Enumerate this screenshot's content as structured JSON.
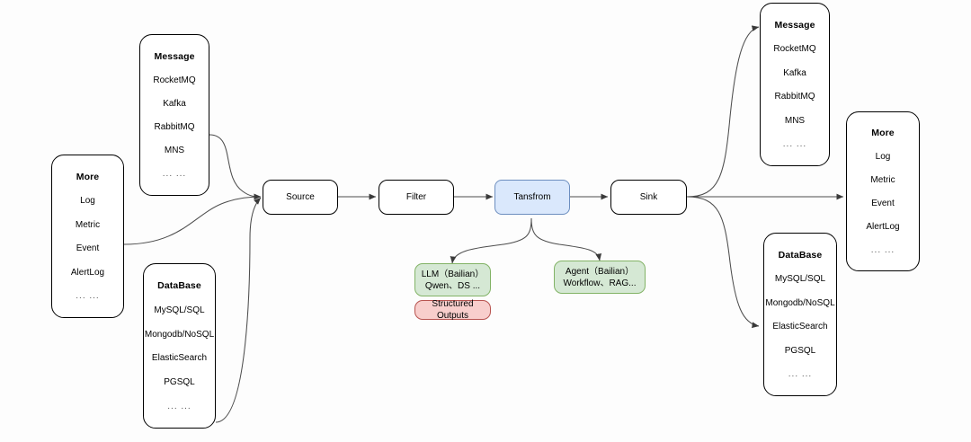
{
  "diagram": {
    "background": "#fdfdfd",
    "line_color": "#4d4d4d",
    "colors": {
      "transform_fill": "#dae8fc",
      "transform_stroke": "#6c8ebf",
      "llm_fill": "#d5e8d4",
      "llm_stroke": "#82b366",
      "structured_fill": "#f8cecc",
      "structured_stroke": "#b85450",
      "default_fill": "#ffffff",
      "default_stroke": "#000000"
    },
    "sources": {
      "message": {
        "title": "Message",
        "items": [
          "RocketMQ",
          "Kafka",
          "RabbitMQ",
          "MNS",
          "... ..."
        ]
      },
      "more": {
        "title": "More",
        "items": [
          "Log",
          "Metric",
          "Event",
          "AlertLog",
          "... ..."
        ]
      },
      "database": {
        "title": "DataBase",
        "items": [
          "MySQL/SQL",
          "Mongodb/NoSQL",
          "ElasticSearch",
          "PGSQL",
          "... ..."
        ]
      }
    },
    "pipeline": [
      {
        "id": "source",
        "label": "Source"
      },
      {
        "id": "filter",
        "label": "Filter"
      },
      {
        "id": "transform",
        "label": "Tansfrom"
      },
      {
        "id": "sink",
        "label": "Sink"
      }
    ],
    "ai_nodes": {
      "llm": {
        "label": "LLM（Bailian）\nQwen、DS ..."
      },
      "structured_outputs": {
        "label": "Structured Outputs"
      },
      "agent": {
        "label": "Agent（Bailian）\nWorkflow、RAG..."
      }
    },
    "sinks": {
      "message": {
        "title": "Message",
        "items": [
          "RocketMQ",
          "Kafka",
          "RabbitMQ",
          "MNS",
          "... ..."
        ]
      },
      "more": {
        "title": "More",
        "items": [
          "Log",
          "Metric",
          "Event",
          "AlertLog",
          "... ..."
        ]
      },
      "database": {
        "title": "DataBase",
        "items": [
          "MySQL/SQL",
          "Mongodb/NoSQL",
          "ElasticSearch",
          "PGSQL",
          "... ..."
        ]
      }
    }
  }
}
